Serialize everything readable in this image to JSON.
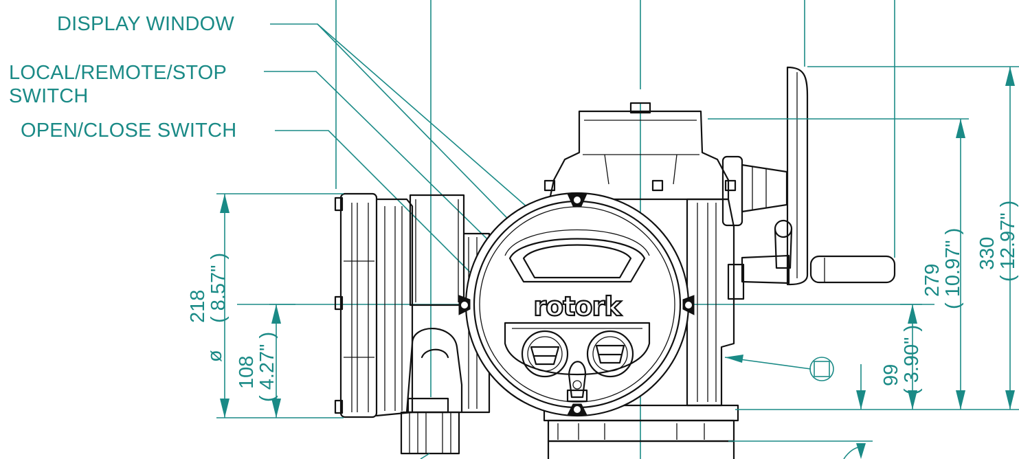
{
  "callouts": {
    "display_window": "DISPLAY WINDOW",
    "local_remote_stop": "LOCAL/REMOTE/STOP\nSWITCH",
    "open_close": "OPEN/CLOSE SWITCH"
  },
  "brand": "rotork",
  "dimensions": {
    "d218_mm": "218",
    "d218_in": "( 8.57\" )",
    "diameter_symbol": "ø",
    "d108_mm": "108",
    "d108_in": "( 4.27\" )",
    "d99_mm": "99",
    "d99_in": "( 3.90\" )",
    "d279_mm": "279",
    "d279_in": "( 10.97\" )",
    "d330_mm": "330",
    "d330_in": "( 12.97\" )"
  },
  "colors": {
    "annotation": "#1a8a86",
    "ink": "#111111",
    "background": "#ffffff"
  },
  "icons": {
    "square_box": "square-in-circle-icon"
  }
}
